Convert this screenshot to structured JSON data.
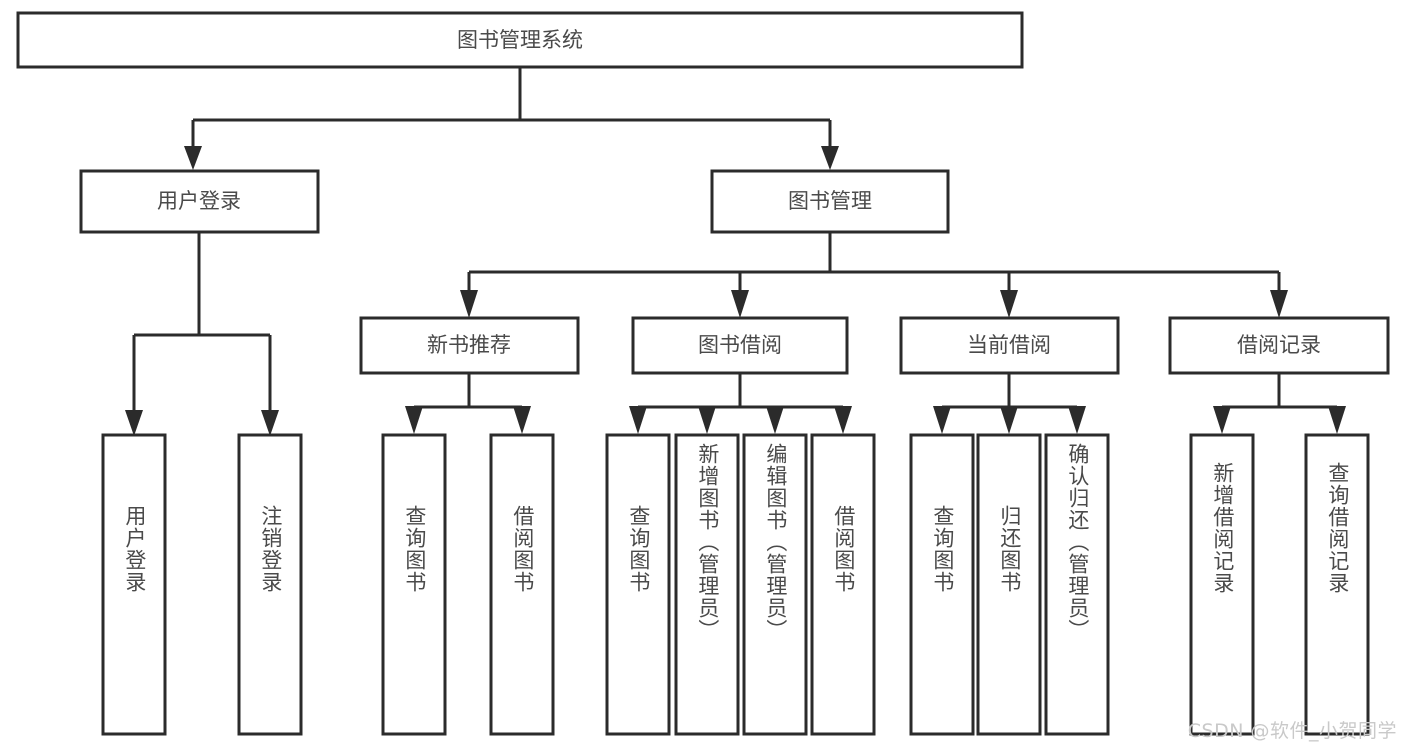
{
  "diagram": {
    "type": "tree",
    "title": "图书管理系统",
    "watermark": "CSDN @软件_小贺同学",
    "colors": {
      "box_stroke": "#2b2b2b",
      "box_fill": "#ffffff",
      "text": "#4a4a4a",
      "connector": "#2b2b2b",
      "watermark": "#c9c9c9",
      "background": "#ffffff"
    },
    "root": {
      "label": "图书管理系统"
    },
    "level2": [
      {
        "label": "用户登录"
      },
      {
        "label": "图书管理"
      }
    ],
    "level3": [
      {
        "label": "新书推荐"
      },
      {
        "label": "图书借阅"
      },
      {
        "label": "当前借阅"
      },
      {
        "label": "借阅记录"
      }
    ],
    "leaves": {
      "user_login": [
        {
          "label": "用户登录"
        },
        {
          "label": "注销登录"
        }
      ],
      "new_book_recommend": [
        {
          "label": "查询图书"
        },
        {
          "label": "借阅图书"
        }
      ],
      "book_borrow": [
        {
          "label": "查询图书"
        },
        {
          "label": "新增图书（管理员）"
        },
        {
          "label": "编辑图书（管理员）"
        },
        {
          "label": "借阅图书"
        }
      ],
      "current_borrow": [
        {
          "label": "查询图书"
        },
        {
          "label": "归还图书"
        },
        {
          "label": "确认归还（管理员）"
        }
      ],
      "borrow_record": [
        {
          "label": "新增借阅记录"
        },
        {
          "label": "查询借阅记录"
        }
      ]
    }
  }
}
